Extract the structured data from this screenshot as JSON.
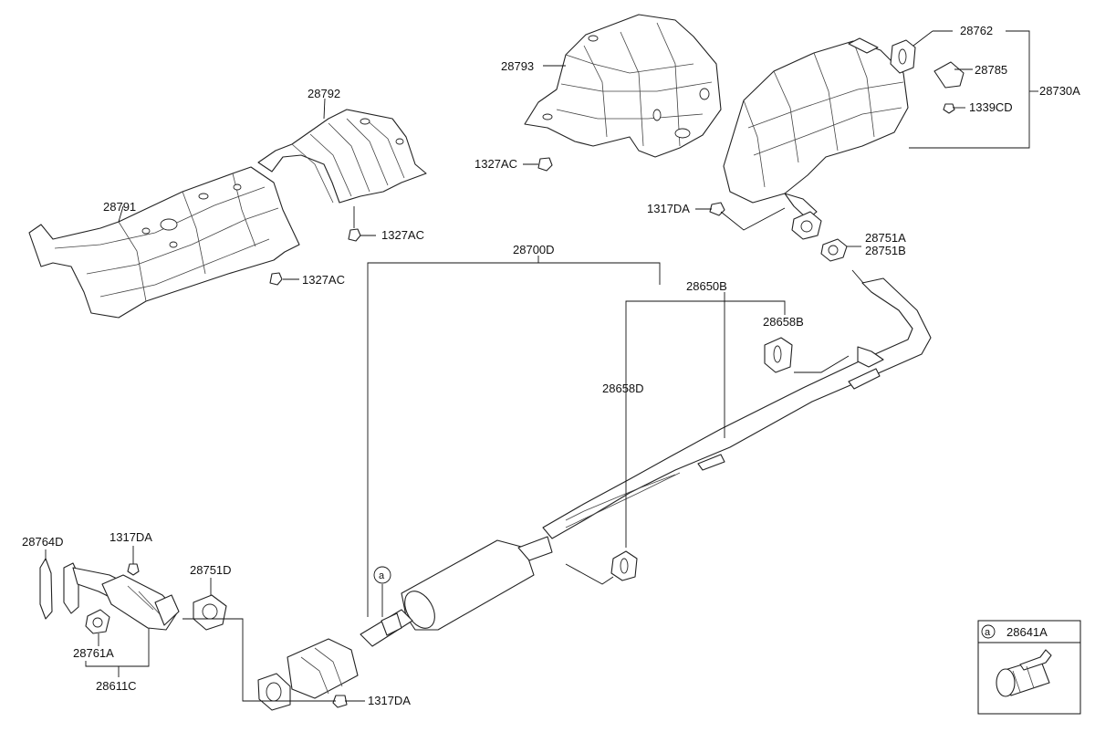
{
  "callouts": {
    "shield_front": "28791",
    "shield_center": "28792",
    "shield_rear": "28793",
    "nut_front": "1327AC",
    "nut_center": "1327AC",
    "nut_rear": "1327AC",
    "hanger_rubber_rear": "28762",
    "bracket_rear": "28785",
    "muffler_rear": "28730A",
    "bolt_rear": "1339CD",
    "nut_muffler": "1317DA",
    "gasket_rear_a": "28751A",
    "gasket_rear_b": "28751B",
    "pipe_assy": "28700D",
    "hanger_set": "28650B",
    "hanger_b": "28658B",
    "hanger_d": "28658D",
    "gasket_manifold": "28764D",
    "nut_manifold": "1317DA",
    "gasket_cat": "28751D",
    "hanger_cat": "28761A",
    "cat_converter": "28611C",
    "nut_front_pipe": "1317DA",
    "clamp_ref_marker": "a",
    "inset_marker": "a",
    "inset_part": "28641A"
  }
}
